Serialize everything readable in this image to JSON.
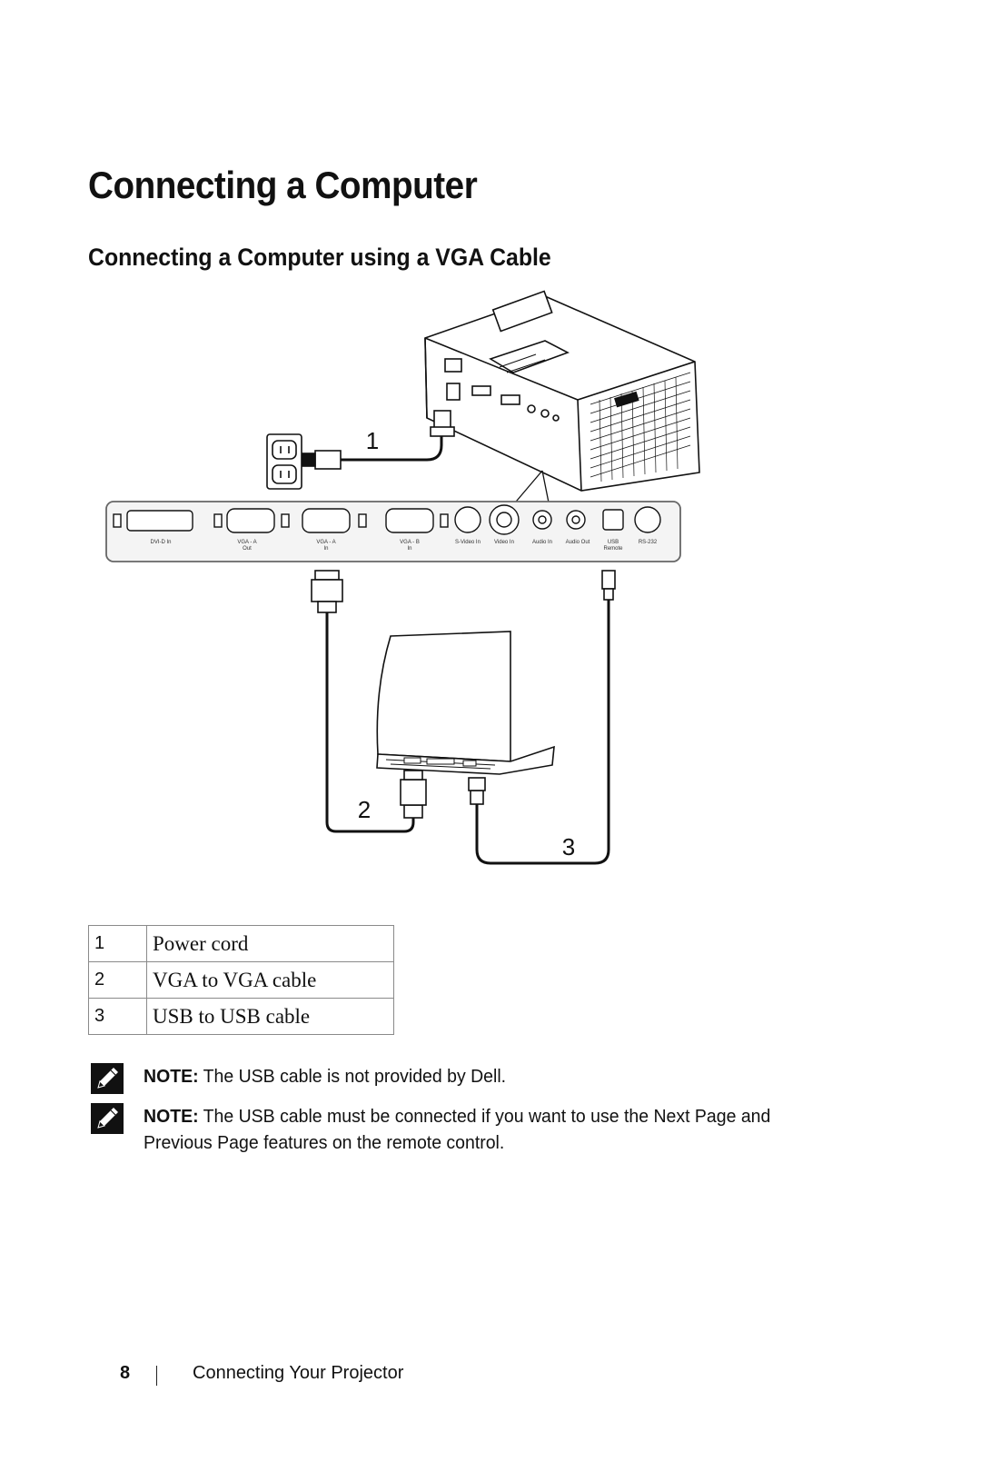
{
  "title": "Connecting a Computer",
  "subtitle": "Connecting a Computer using a VGA Cable",
  "diagram": {
    "callouts": [
      "1",
      "2",
      "3"
    ],
    "port_labels": [
      "DVI-D In",
      "VGA - A",
      "Out",
      "VGA - A",
      "In",
      "VGA - B",
      "In",
      "S-Video In",
      "Video In",
      "Audio In",
      "Audio Out",
      "USB",
      "Remote",
      "RS-232"
    ]
  },
  "legend": [
    {
      "num": "1",
      "desc": "Power cord"
    },
    {
      "num": "2",
      "desc": "VGA to VGA cable"
    },
    {
      "num": "3",
      "desc": "USB to USB cable"
    }
  ],
  "notes": [
    {
      "label": "NOTE:",
      "text": " The USB cable is not provided by Dell."
    },
    {
      "label": "NOTE:",
      "text": " The USB cable must be connected if you want to use the Next Page and Previous Page features on the remote control."
    }
  ],
  "footer": {
    "page_number": "8",
    "chapter": "Connecting Your Projector"
  }
}
